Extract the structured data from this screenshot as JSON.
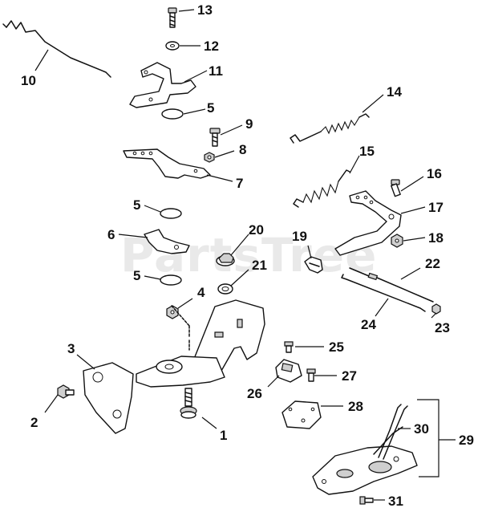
{
  "watermark": "PartsTree",
  "callouts": [
    {
      "id": "c1",
      "text": "1"
    },
    {
      "id": "c2",
      "text": "2"
    },
    {
      "id": "c3",
      "text": "3"
    },
    {
      "id": "c4",
      "text": "4"
    },
    {
      "id": "c5a",
      "text": "5"
    },
    {
      "id": "c5b",
      "text": "5"
    },
    {
      "id": "c5c",
      "text": "5"
    },
    {
      "id": "c6",
      "text": "6"
    },
    {
      "id": "c7",
      "text": "7"
    },
    {
      "id": "c8",
      "text": "8"
    },
    {
      "id": "c9",
      "text": "9"
    },
    {
      "id": "c10",
      "text": "10"
    },
    {
      "id": "c11",
      "text": "11"
    },
    {
      "id": "c12",
      "text": "12"
    },
    {
      "id": "c13",
      "text": "13"
    },
    {
      "id": "c14",
      "text": "14"
    },
    {
      "id": "c15",
      "text": "15"
    },
    {
      "id": "c16",
      "text": "16"
    },
    {
      "id": "c17",
      "text": "17"
    },
    {
      "id": "c18",
      "text": "18"
    },
    {
      "id": "c19",
      "text": "19"
    },
    {
      "id": "c20",
      "text": "20"
    },
    {
      "id": "c21",
      "text": "21"
    },
    {
      "id": "c22",
      "text": "22"
    },
    {
      "id": "c23",
      "text": "23"
    },
    {
      "id": "c24",
      "text": "24"
    },
    {
      "id": "c25",
      "text": "25"
    },
    {
      "id": "c26",
      "text": "26"
    },
    {
      "id": "c27",
      "text": "27"
    },
    {
      "id": "c28",
      "text": "28"
    },
    {
      "id": "c29",
      "text": "29"
    },
    {
      "id": "c30",
      "text": "30"
    },
    {
      "id": "c31",
      "text": "31"
    }
  ]
}
